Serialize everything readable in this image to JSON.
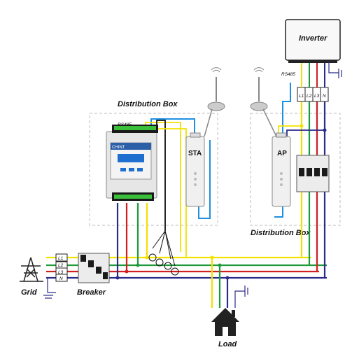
{
  "labels": {
    "inverter": "Inverter",
    "distribution_box_left": "Distribution Box",
    "distribution_box_right": "Distribution Box",
    "rs485_left": "RS485",
    "rs485_right": "RS485",
    "sta": "STA",
    "ap": "AP",
    "grid": "Grid",
    "breaker": "Breaker",
    "load": "Load",
    "meter_brand": "CHINT"
  },
  "phases_left": [
    "L1",
    "L2",
    "L3",
    "N"
  ],
  "phases_inverter": [
    "L1",
    "L2",
    "L3",
    "N"
  ],
  "colors": {
    "L1": "#f2e200",
    "L2": "#1f9a3a",
    "L3": "#d01f1f",
    "N": "#2a2a8c",
    "rs485": "#1e90e0",
    "ground": "#2a2a8c",
    "box_border": "#bdbdbd"
  }
}
